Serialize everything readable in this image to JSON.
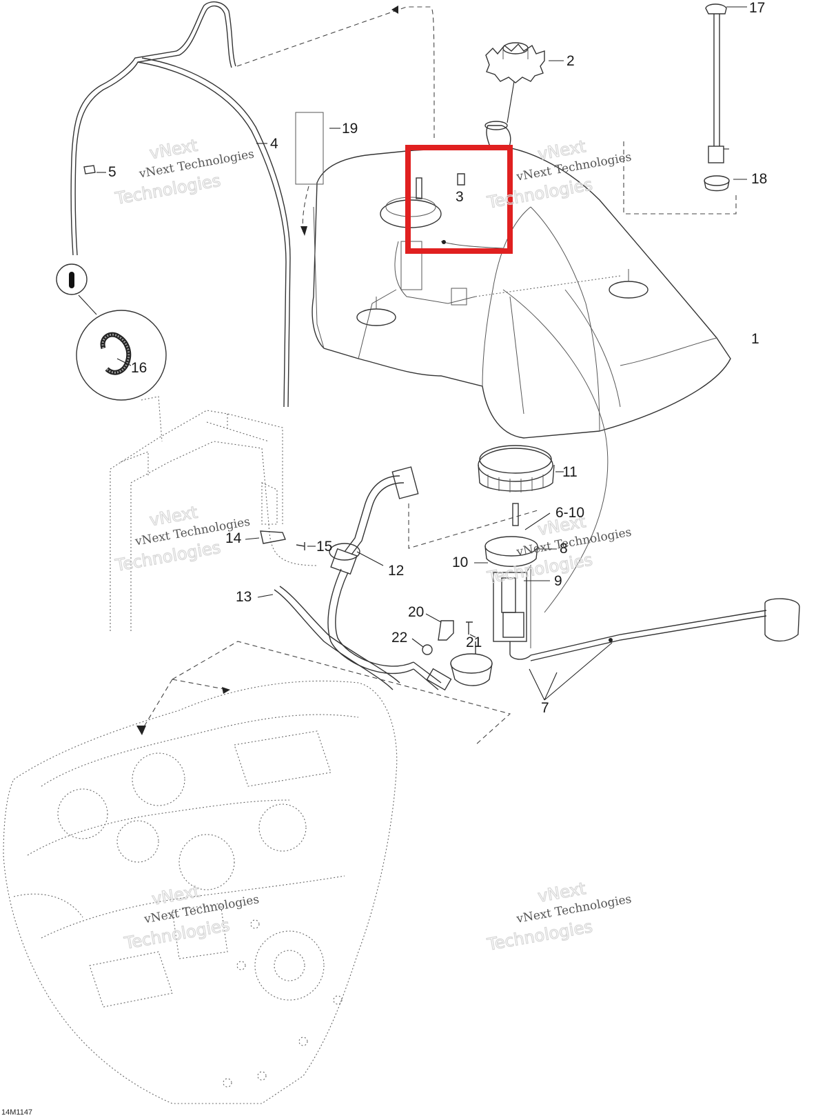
{
  "callouts": [
    {
      "id": "1",
      "text": "1"
    },
    {
      "id": "2",
      "text": "2"
    },
    {
      "id": "3",
      "text": "3"
    },
    {
      "id": "4",
      "text": "4"
    },
    {
      "id": "5",
      "text": "5"
    },
    {
      "id": "6",
      "text": "6-10"
    },
    {
      "id": "7",
      "text": "7"
    },
    {
      "id": "8",
      "text": "8"
    },
    {
      "id": "9",
      "text": "9"
    },
    {
      "id": "10",
      "text": "10"
    },
    {
      "id": "11",
      "text": "11"
    },
    {
      "id": "12",
      "text": "12"
    },
    {
      "id": "13",
      "text": "13"
    },
    {
      "id": "14",
      "text": "14"
    },
    {
      "id": "15",
      "text": "15"
    },
    {
      "id": "16",
      "text": "16"
    },
    {
      "id": "17",
      "text": "17"
    },
    {
      "id": "18",
      "text": "18"
    },
    {
      "id": "19",
      "text": "19"
    },
    {
      "id": "20",
      "text": "20"
    },
    {
      "id": "21",
      "text": "21"
    },
    {
      "id": "22",
      "text": "22"
    }
  ],
  "watermark": {
    "line1": "vNext",
    "line2": "vNext Technologies",
    "line3": "Technologies"
  },
  "figure_code": "14M1147",
  "highlight": {
    "color": "#e02020",
    "target_callout": "3"
  },
  "colors": {
    "line": "#333333",
    "background": "#ffffff"
  }
}
